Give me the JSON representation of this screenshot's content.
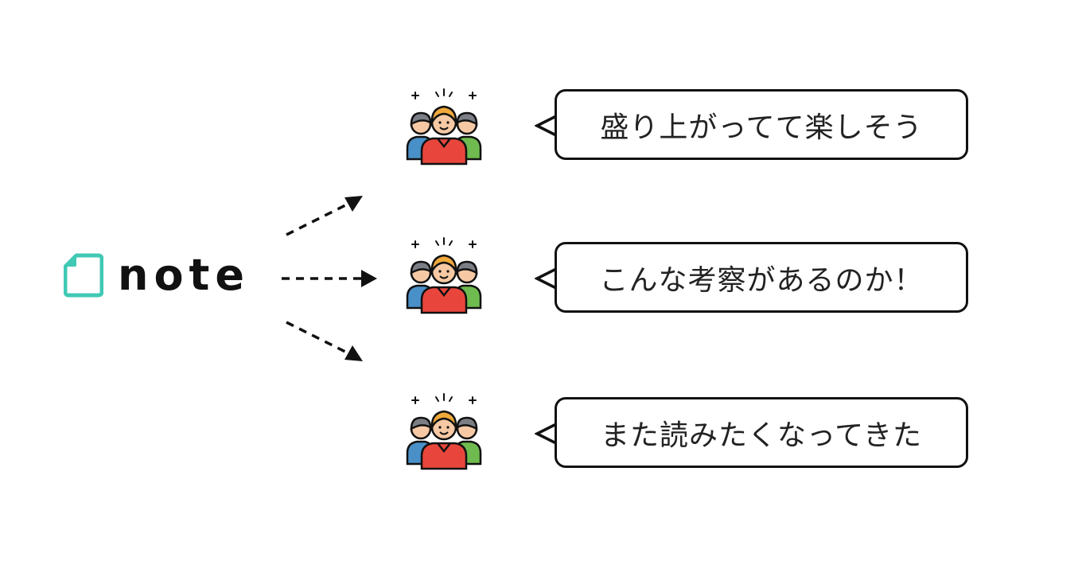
{
  "logo": {
    "text": "note",
    "icon": "note-document-icon",
    "icon_color": "#41c9b4"
  },
  "arrows": {
    "count": 3,
    "style": "dotted",
    "color": "#111111"
  },
  "audience": {
    "icon": "people-group-icon",
    "colors": {
      "center_shirt": "#e8463c",
      "left_shirt": "#4a90c8",
      "right_shirt": "#6fbb4f",
      "center_hair": "#f0a93b",
      "side_hair": "#7b7f85",
      "skin": "#f6c9a4"
    }
  },
  "comments": [
    {
      "text": "盛り上がってて楽しそう"
    },
    {
      "text": "こんな考察があるのか！"
    },
    {
      "text": "また読みたくなってきた"
    }
  ]
}
